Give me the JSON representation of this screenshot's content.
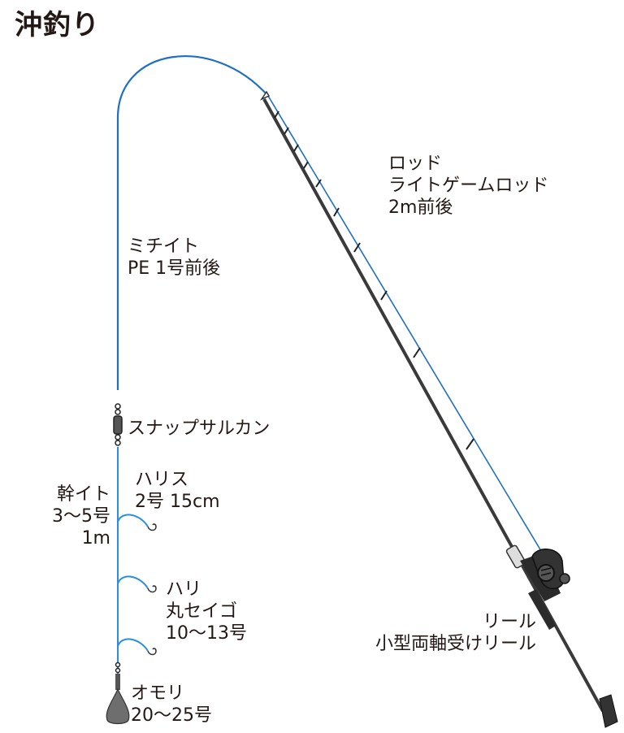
{
  "title": "沖釣り",
  "colors": {
    "line": "#1f6fc4",
    "leader": "#2a8fe0",
    "rod": "#3a3a3a",
    "text": "#231815",
    "sinker": "#6e6e6e"
  },
  "labels": {
    "rod": {
      "name": "ロッド",
      "type": "ライトゲームロッド",
      "spec": "2m前後"
    },
    "mainline": {
      "name": "ミチイト",
      "spec": "PE 1号前後"
    },
    "swivel": {
      "name": "スナップサルカン"
    },
    "mainleader": {
      "name": "幹イト",
      "spec": "3〜5号",
      "length": "1m"
    },
    "branch": {
      "name": "ハリス",
      "spec": "2号 15cm"
    },
    "hook": {
      "name": "ハリ",
      "type": "丸セイゴ",
      "spec": "10〜13号"
    },
    "sinker": {
      "name": "オモリ",
      "spec": "20〜25号"
    },
    "reel": {
      "name": "リール",
      "type": "小型両軸受けリール"
    }
  }
}
